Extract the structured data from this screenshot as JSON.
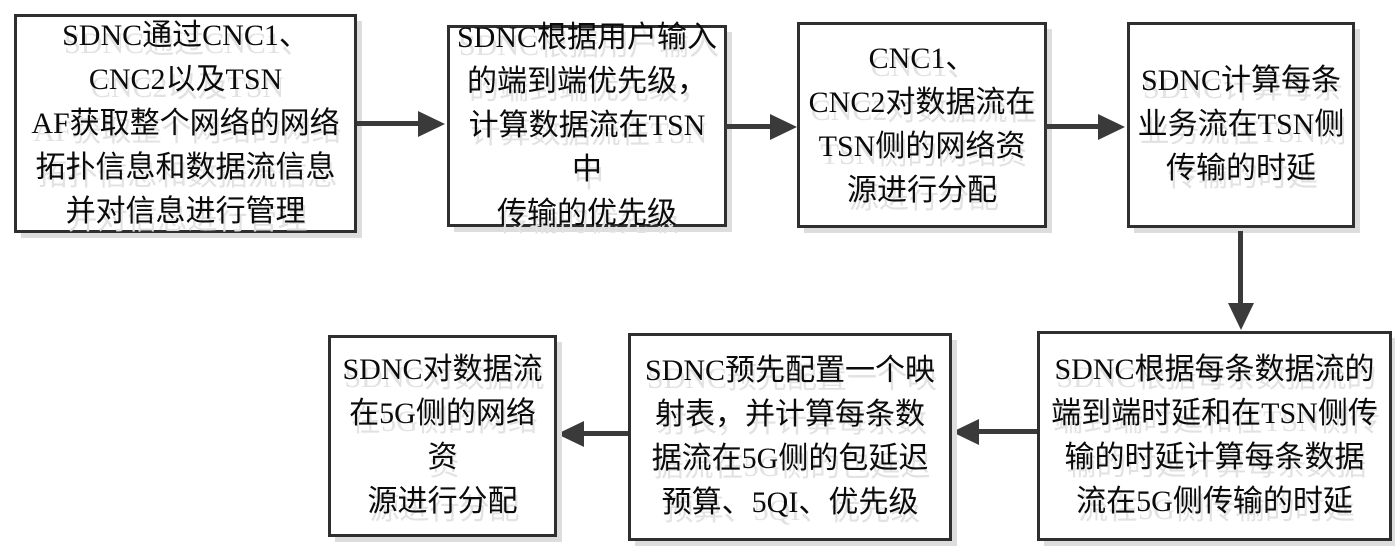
{
  "diagram": {
    "type": "flowchart",
    "background": "#ffffff",
    "colors": {
      "box_border": "#2f2f2f",
      "text": "#0b0b0b",
      "arrow": "#3a3a3a",
      "shadow": "#dddddd"
    },
    "boxes": [
      {
        "id": "step-1",
        "text": "SDNC通过CNC1、\nCNC2以及TSN\nAF获取整个网络的网络\n拓扑信息和数据流信息\n并对信息进行管理"
      },
      {
        "id": "step-2",
        "text": "SDNC根据用户输入\n的端到端优先级，\n计算数据流在TSN中\n传输的优先级"
      },
      {
        "id": "step-3",
        "text": "CNC1、\nCNC2对数据流在\nTSN侧的网络资\n源进行分配"
      },
      {
        "id": "step-4",
        "text": "SDNC计算每条\n业务流在TSN侧\n传输的时延"
      },
      {
        "id": "step-5",
        "text": "SDNC根据每条数据流的\n端到端时延和在TSN侧传\n输的时延计算每条数据\n流在5G侧传输的时延"
      },
      {
        "id": "step-6",
        "text": "SDNC预先配置一个映\n射表，并计算每条数\n据流在5G侧的包延迟\n预算、5QI、优先级"
      },
      {
        "id": "step-7",
        "text": "SDNC对数据流\n在5G侧的网络资\n源进行分配"
      }
    ],
    "connections": [
      {
        "from": "step-1",
        "to": "step-2",
        "direction": "right"
      },
      {
        "from": "step-2",
        "to": "step-3",
        "direction": "right"
      },
      {
        "from": "step-3",
        "to": "step-4",
        "direction": "right"
      },
      {
        "from": "step-4",
        "to": "step-5",
        "direction": "down"
      },
      {
        "from": "step-5",
        "to": "step-6",
        "direction": "left"
      },
      {
        "from": "step-6",
        "to": "step-7",
        "direction": "left"
      }
    ]
  }
}
